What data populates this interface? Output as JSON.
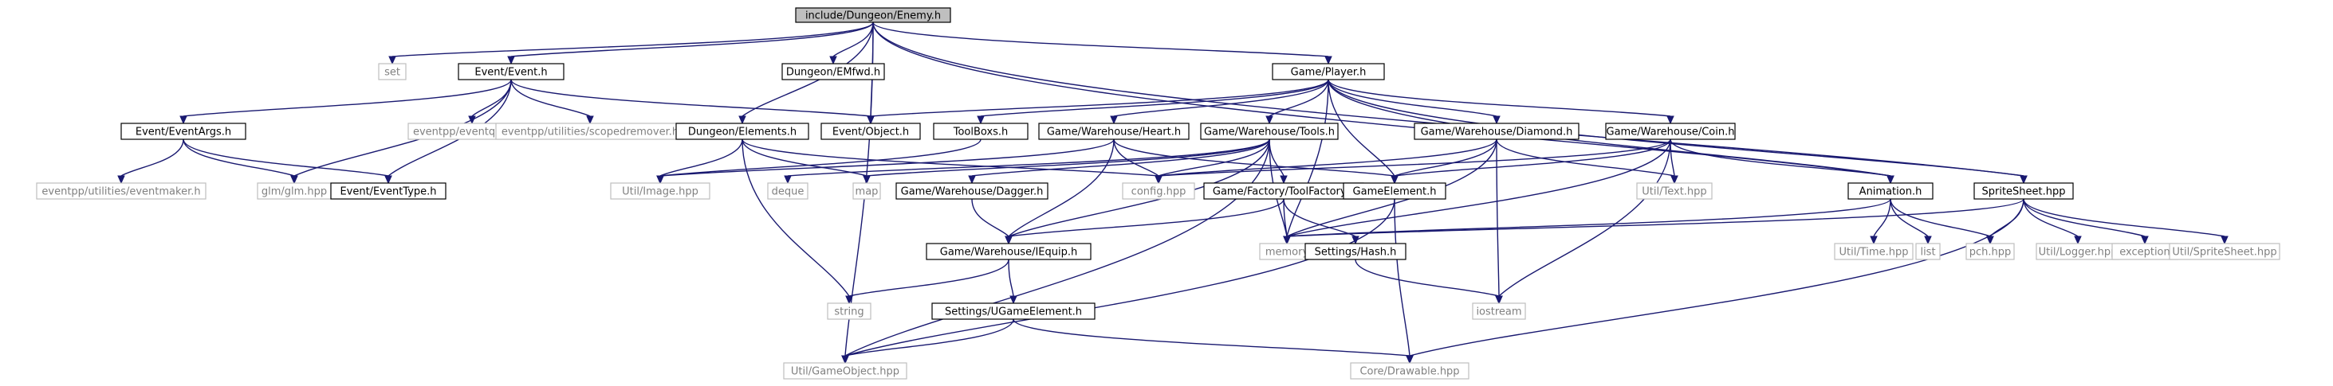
{
  "graph": {
    "title": "include/Dungeon/Enemy.h",
    "colors": {
      "edge": "#191970",
      "root_fill": "#bfbfbf",
      "internal_border": "#000000",
      "external_border": "#bfbfbf",
      "external_text": "#808080"
    },
    "nodes": [
      {
        "id": "enemy",
        "label": "include/Dungeon/Enemy.h",
        "kind": "root"
      },
      {
        "id": "set",
        "label": "set",
        "kind": "ext"
      },
      {
        "id": "event",
        "label": "Event/Event.h",
        "kind": "int"
      },
      {
        "id": "emfwd",
        "label": "Dungeon/EMfwd.h",
        "kind": "int"
      },
      {
        "id": "player",
        "label": "Game/Player.h",
        "kind": "int"
      },
      {
        "id": "eventargs",
        "label": "Event/EventArgs.h",
        "kind": "int"
      },
      {
        "id": "eventqueue",
        "label": "eventpp/eventqueue.h",
        "kind": "ext"
      },
      {
        "id": "scopedremover",
        "label": "eventpp/utilities/scopedremover.h",
        "kind": "ext"
      },
      {
        "id": "dunelements",
        "label": "Dungeon/Elements.h",
        "kind": "int"
      },
      {
        "id": "object",
        "label": "Event/Object.h",
        "kind": "int"
      },
      {
        "id": "toolboxs",
        "label": "ToolBoxs.h",
        "kind": "int"
      },
      {
        "id": "heart",
        "label": "Game/Warehouse/Heart.h",
        "kind": "int"
      },
      {
        "id": "tools",
        "label": "Game/Warehouse/Tools.h",
        "kind": "int"
      },
      {
        "id": "diamond",
        "label": "Game/Warehouse/Diamond.h",
        "kind": "int"
      },
      {
        "id": "coin",
        "label": "Game/Warehouse/Coin.h",
        "kind": "int"
      },
      {
        "id": "eventmaker",
        "label": "eventpp/utilities/eventmaker.h",
        "kind": "ext"
      },
      {
        "id": "glm",
        "label": "glm/glm.hpp",
        "kind": "ext"
      },
      {
        "id": "eventtype",
        "label": "Event/EventType.h",
        "kind": "int"
      },
      {
        "id": "image",
        "label": "Util/Image.hpp",
        "kind": "ext"
      },
      {
        "id": "deque",
        "label": "deque",
        "kind": "ext"
      },
      {
        "id": "map",
        "label": "map",
        "kind": "ext"
      },
      {
        "id": "dagger",
        "label": "Game/Warehouse/Dagger.h",
        "kind": "int"
      },
      {
        "id": "config",
        "label": "config.hpp",
        "kind": "ext"
      },
      {
        "id": "toolfactory",
        "label": "Game/Factory/ToolFactory.h",
        "kind": "int"
      },
      {
        "id": "gameelement",
        "label": "GameElement.h",
        "kind": "int"
      },
      {
        "id": "text",
        "label": "Util/Text.hpp",
        "kind": "ext"
      },
      {
        "id": "animation",
        "label": "Animation.h",
        "kind": "int"
      },
      {
        "id": "spritesheet",
        "label": "SpriteSheet.hpp",
        "kind": "int"
      },
      {
        "id": "memory",
        "label": "memory",
        "kind": "ext"
      },
      {
        "id": "utiltime",
        "label": "Util/Time.hpp",
        "kind": "ext"
      },
      {
        "id": "list",
        "label": "list",
        "kind": "ext"
      },
      {
        "id": "pch",
        "label": "pch.hpp",
        "kind": "ext"
      },
      {
        "id": "logger",
        "label": "Util/Logger.hpp",
        "kind": "ext"
      },
      {
        "id": "exception",
        "label": "exception",
        "kind": "ext"
      },
      {
        "id": "utilspritesheet",
        "label": "Util/SpriteSheet.hpp",
        "kind": "ext"
      },
      {
        "id": "iequip",
        "label": "Game/Warehouse/IEquip.h",
        "kind": "int"
      },
      {
        "id": "hash",
        "label": "Settings/Hash.h",
        "kind": "int"
      },
      {
        "id": "string",
        "label": "string",
        "kind": "ext"
      },
      {
        "id": "ugameelement",
        "label": "Settings/UGameElement.h",
        "kind": "int"
      },
      {
        "id": "iostream",
        "label": "iostream",
        "kind": "ext"
      },
      {
        "id": "gameobject",
        "label": "Util/GameObject.hpp",
        "kind": "ext"
      },
      {
        "id": "drawable",
        "label": "Core/Drawable.hpp",
        "kind": "ext"
      }
    ],
    "edges": [
      [
        "enemy",
        "set"
      ],
      [
        "enemy",
        "event"
      ],
      [
        "enemy",
        "emfwd"
      ],
      [
        "enemy",
        "player"
      ],
      [
        "enemy",
        "dunelements"
      ],
      [
        "enemy",
        "object"
      ],
      [
        "enemy",
        "animation"
      ],
      [
        "enemy",
        "spritesheet"
      ],
      [
        "enemy",
        "gameobject"
      ],
      [
        "event",
        "eventargs"
      ],
      [
        "event",
        "eventqueue"
      ],
      [
        "event",
        "scopedremover"
      ],
      [
        "event",
        "object"
      ],
      [
        "event",
        "glm"
      ],
      [
        "event",
        "eventtype"
      ],
      [
        "eventargs",
        "eventmaker"
      ],
      [
        "eventargs",
        "glm"
      ],
      [
        "eventargs",
        "eventtype"
      ],
      [
        "dunelements",
        "image"
      ],
      [
        "dunelements",
        "map"
      ],
      [
        "dunelements",
        "config"
      ],
      [
        "dunelements",
        "string"
      ],
      [
        "player",
        "object"
      ],
      [
        "player",
        "toolboxs"
      ],
      [
        "player",
        "heart"
      ],
      [
        "player",
        "tools"
      ],
      [
        "player",
        "diamond"
      ],
      [
        "player",
        "coin"
      ],
      [
        "player",
        "gameelement"
      ],
      [
        "player",
        "animation"
      ],
      [
        "player",
        "spritesheet"
      ],
      [
        "player",
        "memory"
      ],
      [
        "toolboxs",
        "image"
      ],
      [
        "heart",
        "image"
      ],
      [
        "heart",
        "config"
      ],
      [
        "heart",
        "gameelement"
      ],
      [
        "heart",
        "iequip"
      ],
      [
        "tools",
        "deque"
      ],
      [
        "tools",
        "map"
      ],
      [
        "tools",
        "dagger"
      ],
      [
        "tools",
        "config"
      ],
      [
        "tools",
        "toolfactory"
      ],
      [
        "tools",
        "iequip"
      ],
      [
        "tools",
        "memory"
      ],
      [
        "tools",
        "gameobject"
      ],
      [
        "diamond",
        "config"
      ],
      [
        "diamond",
        "gameelement"
      ],
      [
        "diamond",
        "text"
      ],
      [
        "diamond",
        "memory"
      ],
      [
        "diamond",
        "iostream"
      ],
      [
        "coin",
        "config"
      ],
      [
        "coin",
        "gameelement"
      ],
      [
        "coin",
        "text"
      ],
      [
        "coin",
        "animation"
      ],
      [
        "coin",
        "memory"
      ],
      [
        "coin",
        "iostream"
      ],
      [
        "dagger",
        "iequip"
      ],
      [
        "toolfactory",
        "iequip"
      ],
      [
        "toolfactory",
        "hash"
      ],
      [
        "toolfactory",
        "memory"
      ],
      [
        "gameelement",
        "gameobject"
      ],
      [
        "gameelement",
        "drawable"
      ],
      [
        "animation",
        "memory"
      ],
      [
        "animation",
        "utiltime"
      ],
      [
        "animation",
        "list"
      ],
      [
        "animation",
        "pch"
      ],
      [
        "spritesheet",
        "memory"
      ],
      [
        "spritesheet",
        "pch"
      ],
      [
        "spritesheet",
        "logger"
      ],
      [
        "spritesheet",
        "exception"
      ],
      [
        "spritesheet",
        "utilspritesheet"
      ],
      [
        "spritesheet",
        "drawable"
      ],
      [
        "iequip",
        "string"
      ],
      [
        "iequip",
        "ugameelement"
      ],
      [
        "hash",
        "iostream"
      ],
      [
        "ugameelement",
        "gameobject"
      ],
      [
        "ugameelement",
        "drawable"
      ]
    ]
  }
}
